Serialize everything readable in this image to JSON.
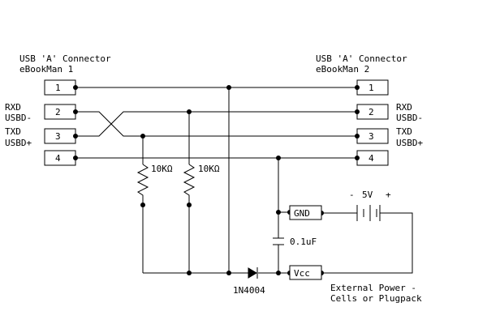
{
  "left_connector": {
    "title_line1": "USB 'A' Connector",
    "title_line2": "eBookMan 1",
    "pins": [
      "1",
      "2",
      "3",
      "4"
    ],
    "labels": [
      {
        "line1": "RXD",
        "line2": "USBD-"
      },
      {
        "line1": "TXD",
        "line2": "USBD+"
      }
    ]
  },
  "right_connector": {
    "title_line1": "USB 'A' Connector",
    "title_line2": "eBookMan 2",
    "pins": [
      "1",
      "2",
      "3",
      "4"
    ],
    "labels": [
      {
        "line1": "RXD",
        "line2": "USBD-"
      },
      {
        "line1": "TXD",
        "line2": "USBD+"
      }
    ]
  },
  "resistors": [
    {
      "value": "10KΩ"
    },
    {
      "value": "10KΩ"
    }
  ],
  "diode": {
    "part": "1N4004"
  },
  "capacitor": {
    "value": "0.1uF"
  },
  "terminals": {
    "gnd": "GND",
    "vcc": "Vcc"
  },
  "battery": {
    "minus": "-",
    "voltage": "5V",
    "plus": "+"
  },
  "power_note": {
    "line1": "External Power -",
    "line2": "Cells or Plugpack"
  },
  "colors": {
    "ink": "#000000",
    "background": "#ffffff"
  }
}
